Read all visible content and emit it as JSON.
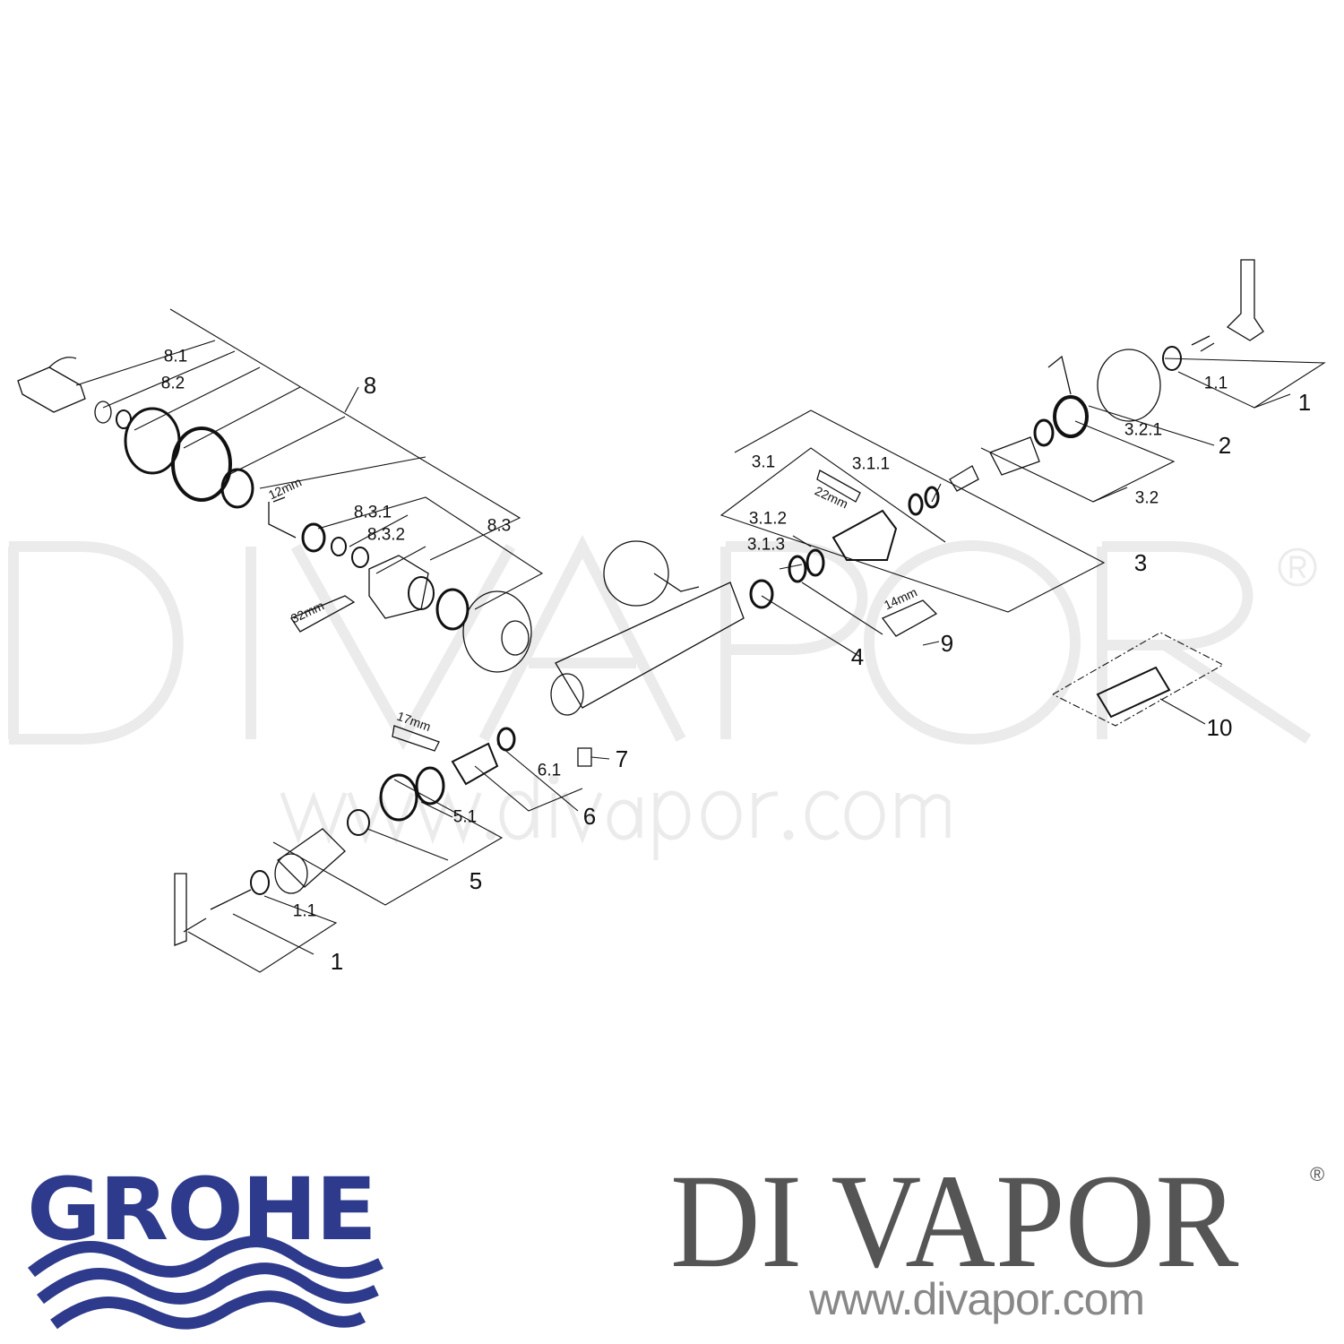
{
  "watermark": {
    "text": "DI VAPOR",
    "registered": "®",
    "url": "www.divapor.com"
  },
  "labels": {
    "l_8_1": "8.1",
    "l_8_2": "8.2",
    "l_8": "8",
    "l_12mm": "12mm",
    "l_8_3_1": "8.3.1",
    "l_8_3_2": "8.3.2",
    "l_8_3": "8.3",
    "l_32mm": "32mm",
    "l_3_1": "3.1",
    "l_3_1_1": "3.1.1",
    "l_22mm": "22mm",
    "l_3_1_2": "3.1.2",
    "l_3_1_3": "3.1.3",
    "l_14mm": "14mm",
    "l_9": "9",
    "l_4": "4",
    "l_3": "3",
    "l_3_2": "3.2",
    "l_3_2_1": "3.2.1",
    "l_2": "2",
    "l_1_1_right": "1.1",
    "l_1_right": "1",
    "l_10": "10",
    "l_7": "7",
    "l_6_1": "6.1",
    "l_6": "6",
    "l_17mm": "17mm",
    "l_5_1": "5.1",
    "l_5": "5",
    "l_1_1_left": "1.1",
    "l_1_left": "1"
  },
  "logos": {
    "grohe": {
      "text": "GROHE",
      "color": "#2e3a8c"
    },
    "divapor": {
      "text": "DI VAPOR",
      "registered": "®",
      "url": "www.divapor.com",
      "color": "#555555"
    }
  }
}
